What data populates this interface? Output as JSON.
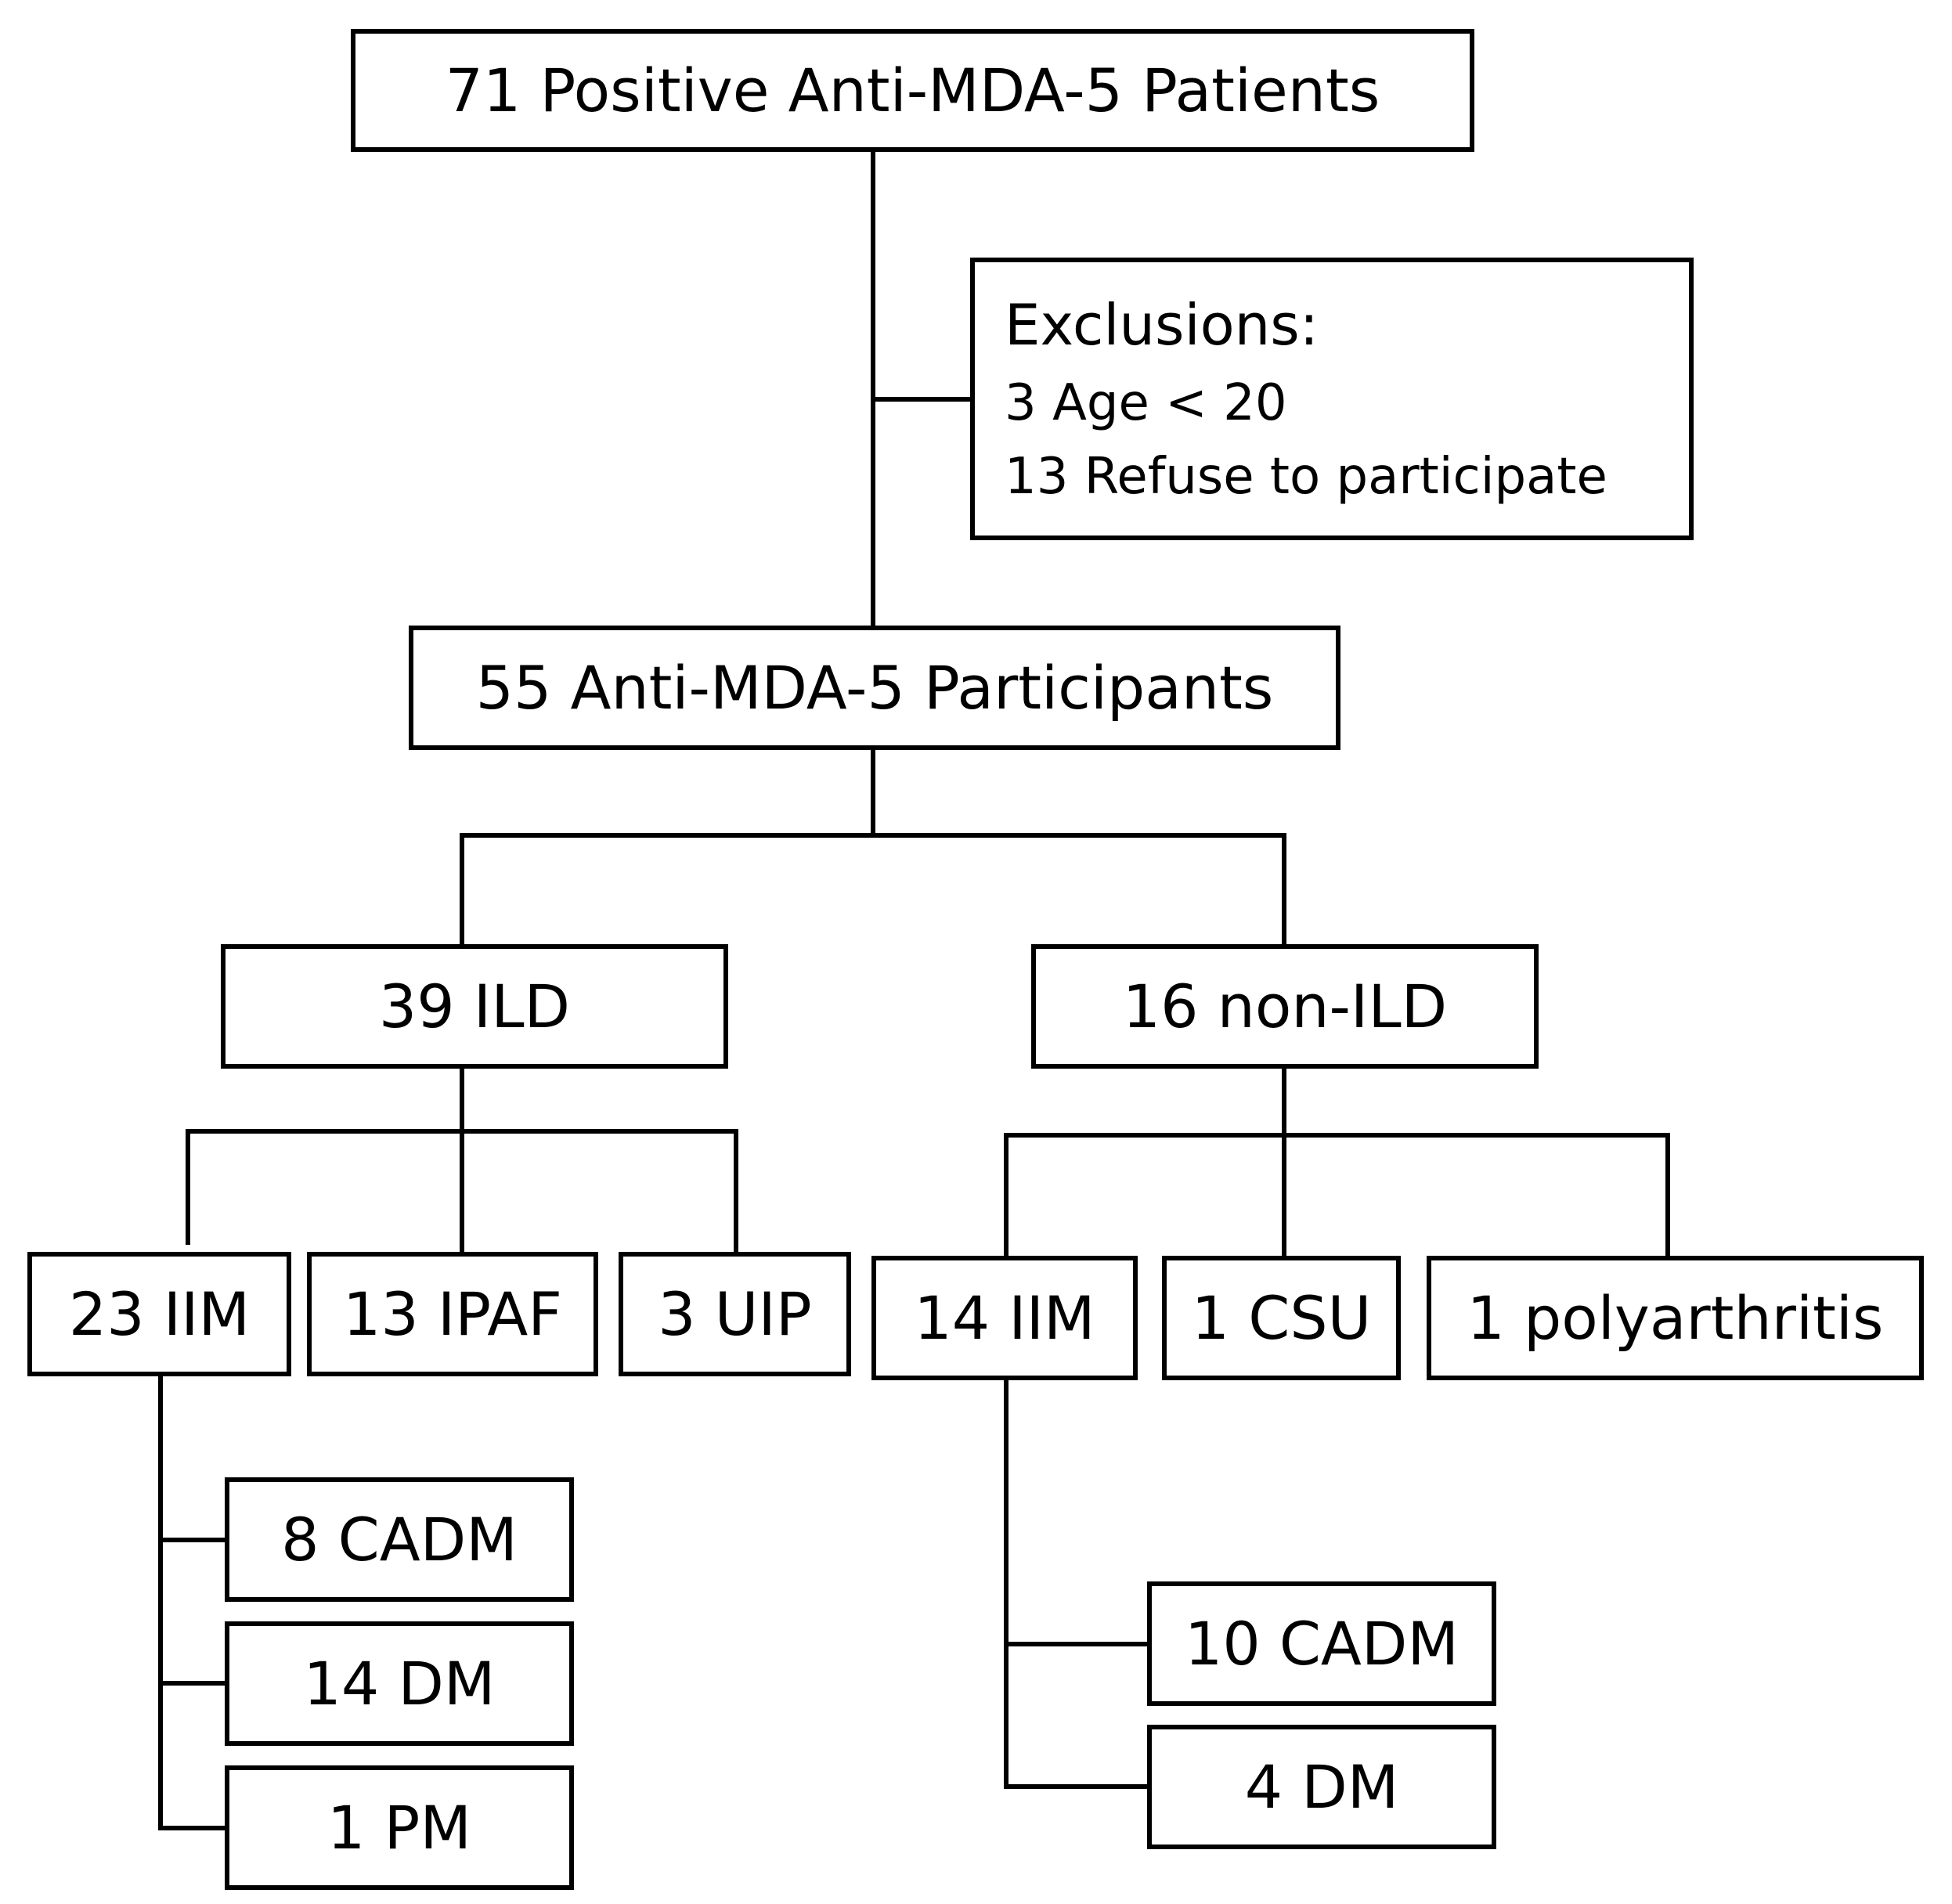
{
  "nodes": {
    "root": "71 Positive Anti-MDA-5 Patients",
    "exclusions": {
      "title": "Exclusions:",
      "items": [
        "3 Age < 20",
        "13 Refuse to participate"
      ]
    },
    "participants": "55 Anti-MDA-5 Participants",
    "ild": "39 ILD",
    "non_ild": "16 non-ILD",
    "ild_iim": "23 IIM",
    "ild_ipaf": "13 IPAF",
    "ild_uip": "3 UIP",
    "non_ild_iim": "14 IIM",
    "non_ild_csu": "1 CSU",
    "non_ild_polyarthritis": "1 polyarthritis",
    "ild_cadm": "8 CADM",
    "ild_dm": "14 DM",
    "ild_pm": "1 PM",
    "non_ild_cadm": "10 CADM",
    "non_ild_dm": "4 DM"
  },
  "colors": {
    "stroke": "#000000",
    "background": "#ffffff"
  }
}
